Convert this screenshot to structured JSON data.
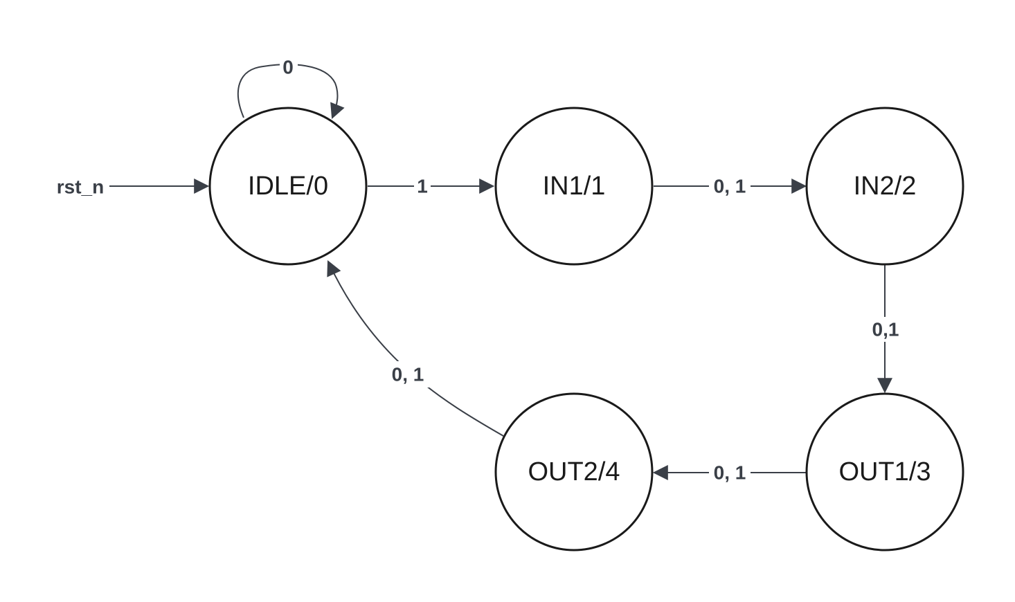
{
  "diagram": {
    "reset_label": "rst_n",
    "states": {
      "idle": "IDLE/0",
      "in1": "IN1/1",
      "in2": "IN2/2",
      "out1": "OUT1/3",
      "out2": "OUT2/4"
    },
    "transitions": {
      "idle_self": "0",
      "idle_to_in1": "1",
      "in1_to_in2": "0, 1",
      "in2_to_out1": "0,1",
      "out1_to_out2": "0, 1",
      "out2_to_idle": "0, 1"
    },
    "colors": {
      "edge": "#3a3f47",
      "node_stroke": "#1a1a1a"
    }
  }
}
